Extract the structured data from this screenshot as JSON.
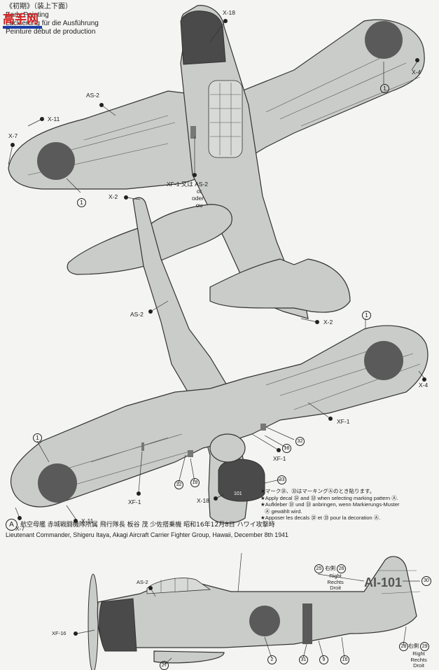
{
  "header": {
    "line1": "《初期》（装上下面）",
    "line2": "Early Painting",
    "line3": "Lackierung für die Ausführung",
    "line4": "Peinture début de production"
  },
  "watermark": "高手网",
  "callouts_top": {
    "x18": "X-18",
    "x4": "X-4",
    "as2": "AS-2",
    "x11": "X-11",
    "x7": "X-7",
    "c1_right": "1",
    "c1_left": "1",
    "xf1_line1": "XF-1 又は AS-2",
    "xf1_line2": "or",
    "xf1_line3": "oder",
    "xf1_line4": "ou",
    "x2": "X-2"
  },
  "callouts_bottom": {
    "as2": "AS-2",
    "x2": "X-2",
    "c1_right": "1",
    "x4": "X-4",
    "xf1_right": "XF-1",
    "c32_right": "32",
    "c18_right": "18",
    "xf1_mid": "XF-1",
    "c1_left": "1",
    "c32_left": "32",
    "c18_left": "18",
    "c33": "33",
    "xf1_left": "XF-1",
    "x18": "X-18",
    "x7": "X-7",
    "x11": "X-11",
    "fuselage_code": "101"
  },
  "note": {
    "jp": "★マーク㉜、㉝はマーキングⒶのとき貼ります。",
    "en1": "★Apply decal ㉜ and ㉝ when selecting marking pattern Ⓐ.",
    "de1": "★Aufkleber ㉜ und ㉝ anbringen, wenn Markierungs-Muster",
    "de2": "Ⓐ gewählt wird.",
    "fr1": "★Apposer les decals ㉜ et ㉝ pour la decoration Ⓐ."
  },
  "scheme": {
    "letter": "A",
    "jp": "航空母艦 赤城戦闘機隊所属 飛行隊長 板谷 茂 少佐搭乗機 昭和16年12月8日 ハワイ攻撃時",
    "en": "Lieutenant Commander, Shigeru Itaya, Akagi Aircraft Carrier Fighter Group, Hawaii, December 8th 1941"
  },
  "side_view": {
    "tail_code": "AI-101",
    "c25": "25",
    "c26": "26",
    "right_jp": "右側",
    "right_en": "Right",
    "right_de": "Rechts",
    "right_fr": "Droit",
    "c30": "30",
    "as2": "AS-2",
    "xf16": "XF-16",
    "c2": "2",
    "c31": "31",
    "c9": "9",
    "c16": "16",
    "c27": "27",
    "c28": "28",
    "c29": "29",
    "right2_jp": "右側",
    "right2_en": "Right",
    "right2_de": "Rechts",
    "right2_fr": "Droit"
  },
  "colors": {
    "aircraft_gray": "#c9ccc8",
    "outline": "#333333",
    "hinomaru": "#5a5a5a",
    "cowling": "#4a4a4a",
    "watermark_red": "#d02020",
    "watermark_blue": "#1a3fa8"
  }
}
